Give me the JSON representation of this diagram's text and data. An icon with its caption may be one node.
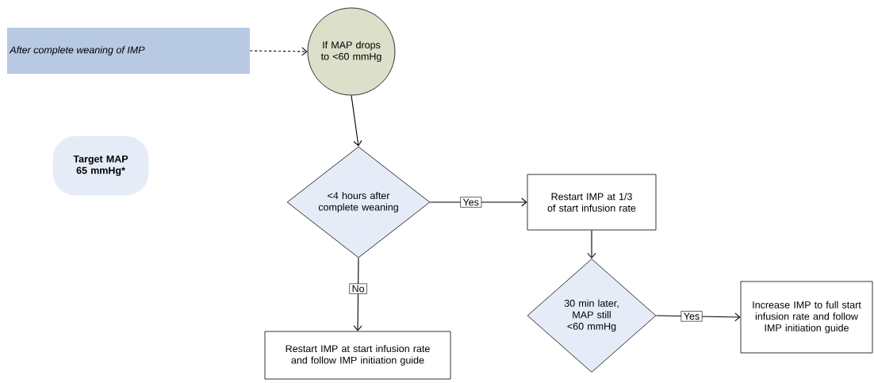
{
  "diagram": {
    "nodes": [
      {
        "text": [
          "After complete weaning of IMP"
        ]
      },
      {
        "text": [
          "If MAP drops to <60 mmHg"
        ]
      },
      {
        "text": [
          "Target MAP 65 mmHg*"
        ]
      },
      {
        "text": [
          "<4 hours after complete weaning"
        ]
      },
      {
        "text": [
          "Restart IMP at 1/3 of start infusion rate"
        ]
      },
      {
        "text": [
          "Restart IMP at start infusion rate and follow IMP initiation guide"
        ]
      },
      {
        "text": [
          "30 min later, MAP still <60 mmHg"
        ]
      },
      {
        "text": [
          "Increase IMP to full start infusion rate and follow IMP initiation guide"
        ]
      }
    ],
    "edges": [
      {
        "from": 0,
        "to": 1,
        "arrow": "to",
        "style": "dashed"
      },
      {
        "from": 1,
        "to": 3,
        "arrow": "to"
      },
      {
        "from": 3,
        "to": 4,
        "arrow": "to",
        "label": "Yes"
      },
      {
        "from": 3,
        "to": 5,
        "arrow": "to",
        "label": "No"
      },
      {
        "from": 4,
        "to": 6,
        "arrow": "to"
      },
      {
        "from": 6,
        "to": 7,
        "arrow": "to",
        "label": "Yes"
      }
    ]
  }
}
